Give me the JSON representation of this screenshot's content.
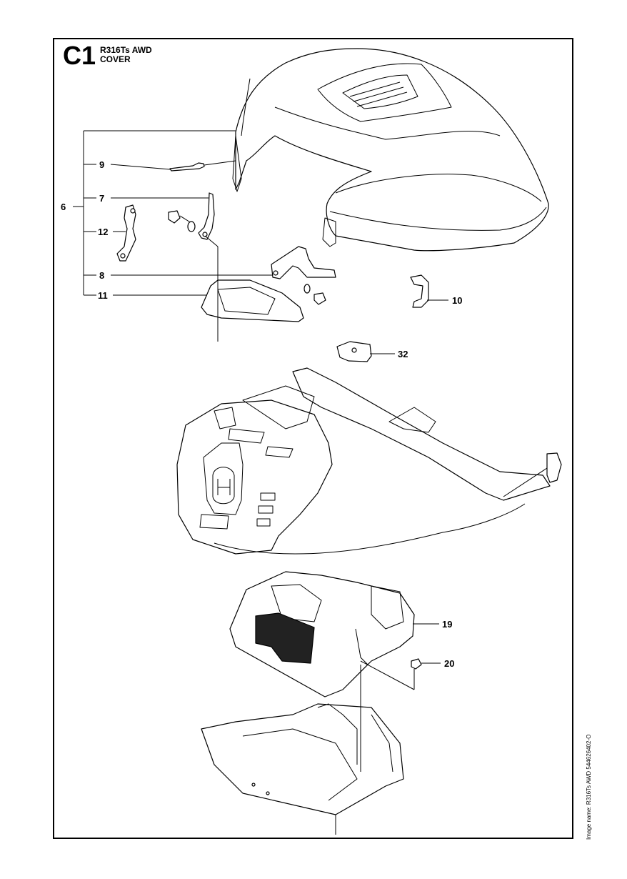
{
  "header": {
    "page_code": "C1",
    "model": "R316Ts AWD",
    "section": "COVER"
  },
  "image_name": "Image name: R316Ts AWD 544626402-O",
  "callouts": [
    {
      "id": "6",
      "label": "6"
    },
    {
      "id": "9",
      "label": "9"
    },
    {
      "id": "7",
      "label": "7"
    },
    {
      "id": "12",
      "label": "12"
    },
    {
      "id": "8",
      "label": "8"
    },
    {
      "id": "11",
      "label": "11"
    },
    {
      "id": "10",
      "label": "10"
    },
    {
      "id": "32",
      "label": "32"
    },
    {
      "id": "19",
      "label": "19"
    },
    {
      "id": "20",
      "label": "20"
    }
  ],
  "colors": {
    "line": "#000000",
    "background": "#ffffff"
  }
}
